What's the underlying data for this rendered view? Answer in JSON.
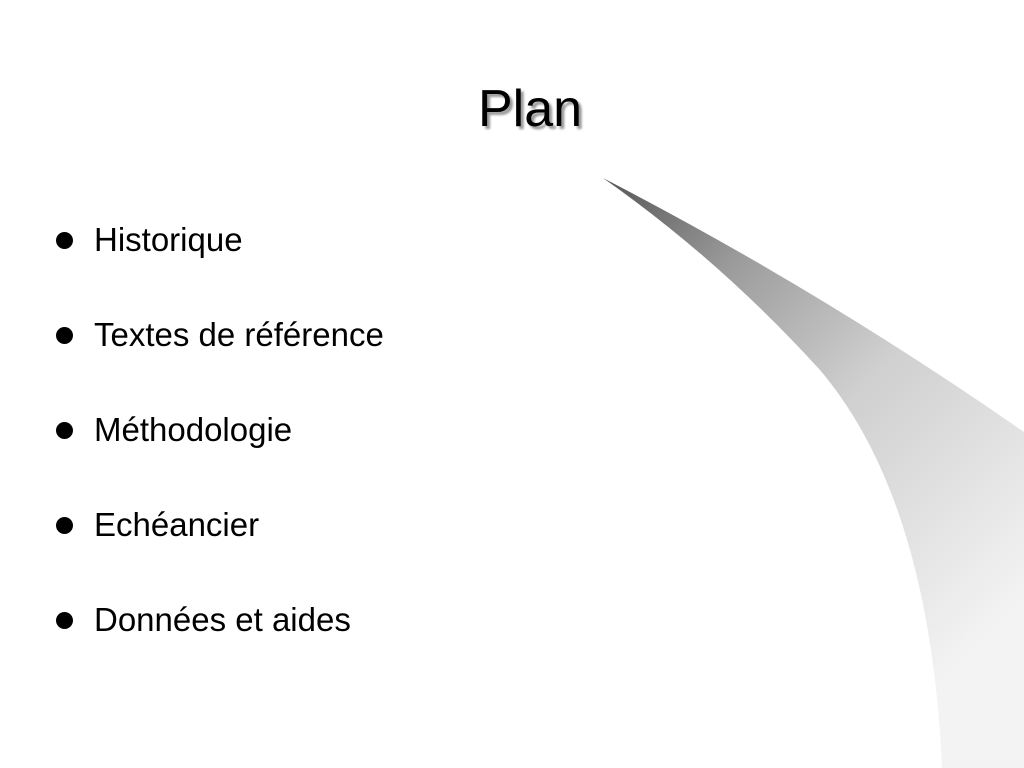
{
  "slide": {
    "title": "Plan",
    "items": [
      {
        "label": "Historique"
      },
      {
        "label": "Textes de référence"
      },
      {
        "label": "Méthodologie"
      },
      {
        "label": "Echéancier"
      },
      {
        "label": "Données et aides"
      }
    ]
  },
  "colors": {
    "background": "#ffffff",
    "text": "#000000",
    "swoosh_dark": "#5a5a5a",
    "swoosh_light": "#f4f4f4"
  }
}
